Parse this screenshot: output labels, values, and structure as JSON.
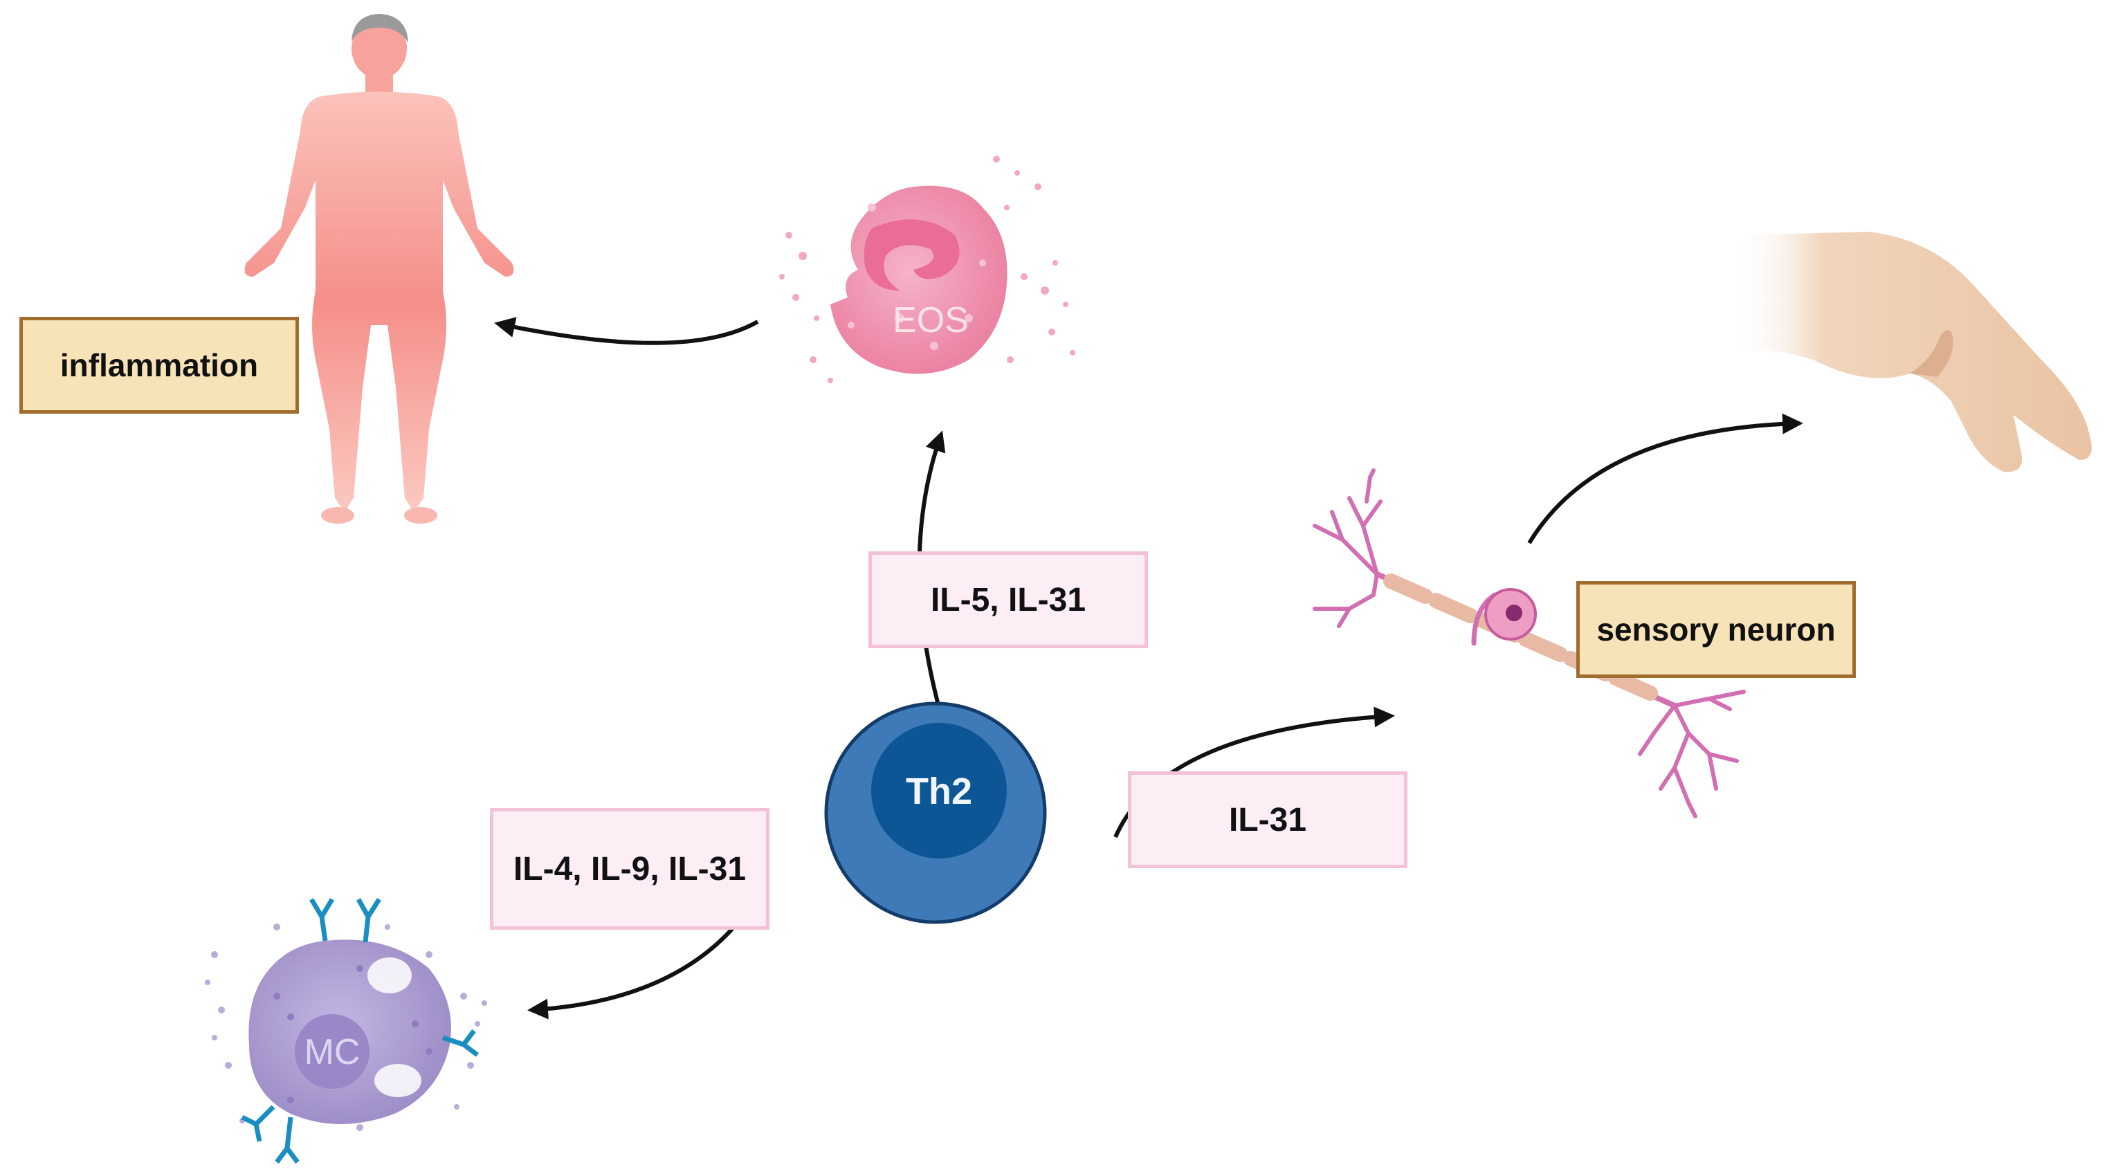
{
  "labels": {
    "inflammation": "inflammation",
    "sensory_neuron": "sensory neuron",
    "eos_cytokines": "IL-5, IL-31",
    "neuron_cytokines": "IL-31",
    "mc_cytokines": "IL-4, IL-9, IL-31"
  },
  "cells": {
    "th2": "Th2",
    "eos": "EOS",
    "mc": "MC"
  },
  "colors": {
    "th2_outer": "#3f7ab8",
    "th2_inner": "#0d5696",
    "eos": "#ef8fae",
    "mc": "#a999cf",
    "body": "#f59a94",
    "neuron": "#d16fb2",
    "arrow": "#111111",
    "label_tan": "#f7e3b8",
    "label_pink": "#fdeef5"
  },
  "icons": [
    "human-body-icon",
    "eosinophil-icon",
    "mast-cell-icon",
    "sensory-neuron-icon",
    "scratching-hand-icon",
    "th2-cell-icon"
  ]
}
